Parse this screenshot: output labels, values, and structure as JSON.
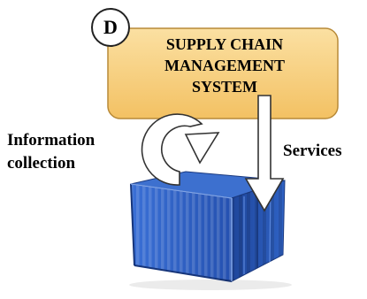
{
  "diagram": {
    "badge": {
      "letter": "D"
    },
    "system": {
      "line1": "SUPPLY CHAIN",
      "line2": "MANAGEMENT",
      "line3": "SYSTEM"
    },
    "labels": {
      "info_line1": "Information",
      "info_line2": "collection",
      "services": "Services"
    }
  },
  "colors": {
    "system_box": "#f7cc78",
    "system_box_border": "#b88a38",
    "container_blue": "#2f63c9",
    "container_dark": "#1d3e8a",
    "arrow_fill": "#ffffff",
    "arrow_stroke": "#333333"
  }
}
